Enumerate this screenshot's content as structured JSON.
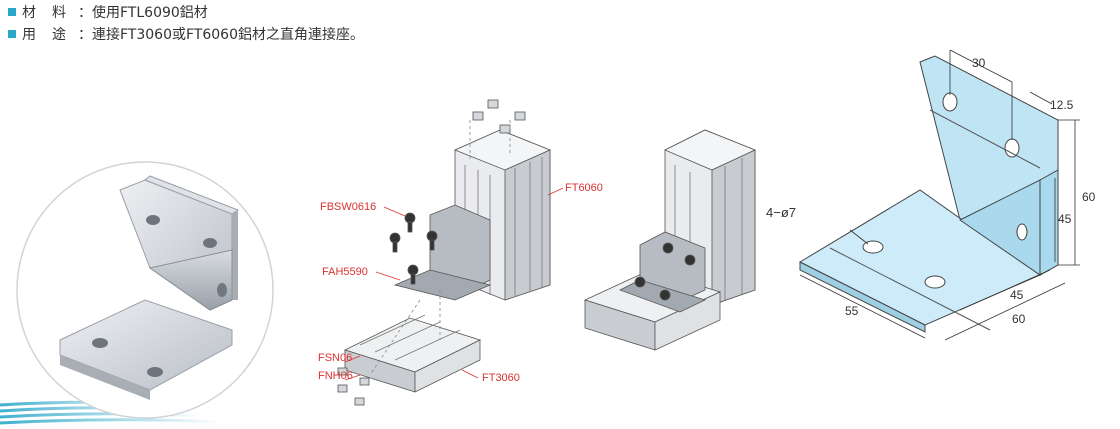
{
  "specs": [
    {
      "label": "材　料",
      "sep": "：",
      "value": "使用FTL6090鋁材"
    },
    {
      "label": "用　途",
      "sep": "：",
      "value": "連接FT3060或FT6060鋁材之直角連接座。"
    }
  ],
  "part_labels": {
    "fbsw": "FBSW0616",
    "fah": "FAH5590",
    "ft6060": "FT6060",
    "fsn": "FSN06",
    "fnh": "FNH06",
    "ft3060": "FT3060"
  },
  "dimensions": {
    "d30": "30",
    "d12_5": "12.5",
    "d60_right": "60",
    "d45_right": "45",
    "d45_bottom": "45",
    "d60_bottom": "60",
    "d55": "55",
    "holes": "4−ø7"
  },
  "colors": {
    "accent": "#2aa6c9",
    "label_red": "#d33333",
    "bracket_fill": "#bfe5f5"
  }
}
